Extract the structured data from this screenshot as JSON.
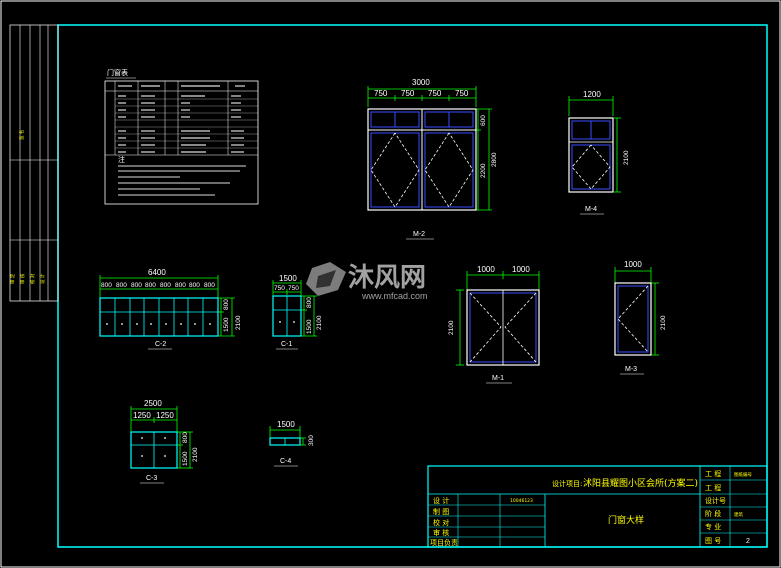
{
  "schedule": {
    "title": "门窗表",
    "note_label": "注"
  },
  "drawings": {
    "m2": {
      "label": "M-2",
      "top_dim": "3000",
      "sub_dims": [
        "750",
        "750",
        "750",
        "750"
      ],
      "side_dims": [
        "600",
        "2200",
        "2800"
      ]
    },
    "m4": {
      "label": "M-4",
      "top_dim": "1200",
      "side_dim": "2100"
    },
    "c2": {
      "label": "C-2",
      "top_dim": "6400",
      "sub_dims": [
        "800",
        "800",
        "800",
        "800",
        "800",
        "800",
        "800",
        "800"
      ],
      "side_dims": [
        "800",
        "1500",
        "2100"
      ]
    },
    "c1": {
      "label": "C-1",
      "top_dim": "1500",
      "sub_dims": [
        "750",
        "750"
      ],
      "side_dims": [
        "800",
        "1500",
        "2100"
      ]
    },
    "m1": {
      "label": "M-1",
      "sub_dims": [
        "1000",
        "1000"
      ],
      "side_dim": "2100"
    },
    "m3": {
      "label": "M-3",
      "top_dim": "1000",
      "side_dim": "2100"
    },
    "c3": {
      "label": "C-3",
      "top_dim": "2500",
      "sub_dims": [
        "1250",
        "1250"
      ],
      "side_dims": [
        "800",
        "1500",
        "2100"
      ]
    },
    "c4": {
      "label": "C-4",
      "top_dim": "1500",
      "side_dim": "300"
    }
  },
  "title_block": {
    "project_label": "设计项目:",
    "project_name": "沭阳县耀图小区会所(方案二)",
    "drawing_title": "门窗大样",
    "code": "10046123",
    "left_labels": [
      "设 计",
      "制 图",
      "校 对",
      "审 核",
      "项目负责"
    ],
    "right_labels": [
      "工 程",
      "工 程",
      "设计号",
      "阶 段",
      "专 业",
      "图 号"
    ],
    "right_values": [
      "图纸编号",
      "",
      "",
      "建筑",
      "",
      "2"
    ]
  },
  "side_strip": {
    "labels": [
      "签 名",
      "审 定",
      "审 核",
      "校 对",
      "设 计"
    ]
  },
  "watermark": {
    "brand": "沐风网",
    "url": "www.mfcad.com"
  },
  "colors": {
    "background": "#000000",
    "frame": "#00ffff",
    "dimension": "#00ff00",
    "text": "#ffffff",
    "title_text": "#ffff00",
    "glass": "#3a4cff"
  }
}
